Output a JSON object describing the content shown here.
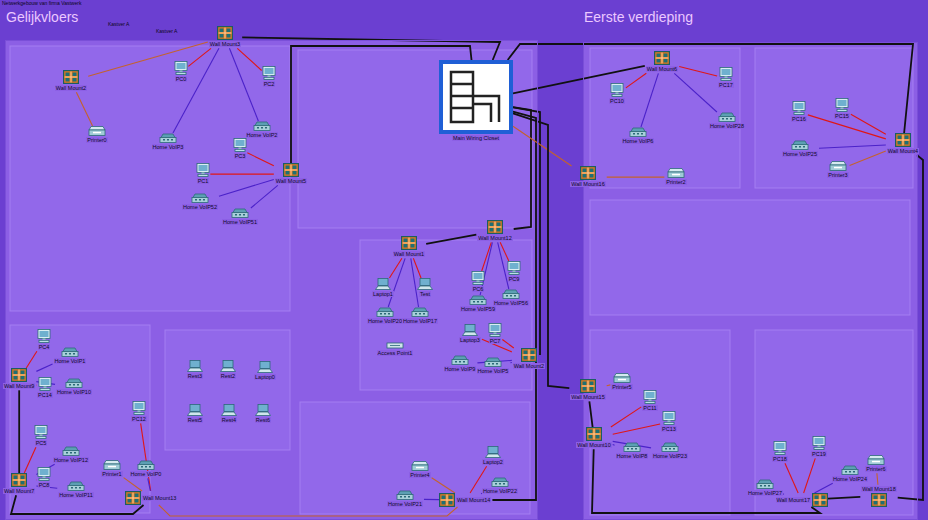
{
  "diagram": {
    "nodes": [
      {
        "text": [
          "Gelijkvloers"
        ]
      },
      {
        "text": [
          "Eerste verdieping"
        ]
      },
      {
        "text": [
          "Main Wiring Closet"
        ]
      },
      {
        "text": [
          "Wall Mount2"
        ],
        "in": 0
      },
      {
        "text": [
          "Printer0"
        ],
        "in": 0
      },
      {
        "text": [
          "Wall Mount3"
        ],
        "in": 0
      },
      {
        "text": [
          "PC0"
        ],
        "in": 0
      },
      {
        "text": [
          "PC2"
        ],
        "in": 0
      },
      {
        "text": [
          "Home VoIP3"
        ],
        "in": 0
      },
      {
        "text": [
          "Home VoIP2"
        ],
        "in": 0
      },
      {
        "text": [
          "Wall Mount5"
        ],
        "in": 0
      },
      {
        "text": [
          "PC3"
        ],
        "in": 0
      },
      {
        "text": [
          "PC1"
        ],
        "in": 0
      },
      {
        "text": [
          "Home VoIP52"
        ],
        "in": 0
      },
      {
        "text": [
          "Home VoIP51"
        ],
        "in": 0
      },
      {
        "text": [
          "Wall Mount1"
        ],
        "in": 0
      },
      {
        "text": [
          "Laptop1"
        ],
        "in": 0
      },
      {
        "text": [
          "Test"
        ],
        "in": 0
      },
      {
        "text": [
          "Home VoIP20"
        ],
        "in": 0
      },
      {
        "text": [
          "Home VoIP17"
        ],
        "in": 0
      },
      {
        "text": [
          "Access Point1"
        ],
        "in": 0
      },
      {
        "text": [
          "Wall Mount12"
        ],
        "in": 0
      },
      {
        "text": [
          "PC6"
        ],
        "in": 0
      },
      {
        "text": [
          "PC9"
        ],
        "in": 0
      },
      {
        "text": [
          "Home VoIP59"
        ],
        "in": 0
      },
      {
        "text": [
          "Home VoIP56"
        ],
        "in": 0
      },
      {
        "text": [
          "Laptop3"
        ],
        "in": 0
      },
      {
        "text": [
          "PC7"
        ],
        "in": 0
      },
      {
        "text": [
          "Home VoIP9"
        ],
        "in": 0
      },
      {
        "text": [
          "Home VoIP5"
        ],
        "in": 0
      },
      {
        "text": [
          "Wall Mount2"
        ],
        "in": 0
      },
      {
        "text": [
          "Wall Mount9"
        ],
        "in": 0
      },
      {
        "text": [
          "PC4"
        ],
        "in": 0
      },
      {
        "text": [
          "Home VoIP1"
        ],
        "in": 0
      },
      {
        "text": [
          "PC14"
        ],
        "in": 0
      },
      {
        "text": [
          "Home VoIP10"
        ],
        "in": 0
      },
      {
        "text": [
          "Wall Mount7"
        ],
        "in": 0
      },
      {
        "text": [
          "PC5"
        ],
        "in": 0
      },
      {
        "text": [
          "Home VoIP12"
        ],
        "in": 0
      },
      {
        "text": [
          "PC8"
        ],
        "in": 0
      },
      {
        "text": [
          "Home VoIP11"
        ],
        "in": 0
      },
      {
        "text": [
          "Wall Mount13"
        ],
        "in": 0
      },
      {
        "text": [
          "PC12"
        ],
        "in": 0
      },
      {
        "text": [
          "Printer1"
        ],
        "in": 0
      },
      {
        "text": [
          "Home VoIP0"
        ],
        "in": 0
      },
      {
        "text": [
          "Rest3"
        ],
        "in": 0
      },
      {
        "text": [
          "Rest2"
        ],
        "in": 0
      },
      {
        "text": [
          "Laptop0"
        ],
        "in": 0
      },
      {
        "text": [
          "Rest5"
        ],
        "in": 0
      },
      {
        "text": [
          "Rest4"
        ],
        "in": 0
      },
      {
        "text": [
          "Rest6"
        ],
        "in": 0
      },
      {
        "text": [
          "Printer4"
        ],
        "in": 0
      },
      {
        "text": [
          "Home VoIP21"
        ],
        "in": 0
      },
      {
        "text": [
          "Laptop2"
        ],
        "in": 0
      },
      {
        "text": [
          "Home VoIP22"
        ],
        "in": 0
      },
      {
        "text": [
          "Wall Mount14"
        ],
        "in": 0
      },
      {
        "text": [
          "Wall Mount6"
        ],
        "in": 1
      },
      {
        "text": [
          "PC10"
        ],
        "in": 1
      },
      {
        "text": [
          "PC17"
        ],
        "in": 1
      },
      {
        "text": [
          "Home VoIP28"
        ],
        "in": 1
      },
      {
        "text": [
          "Home VoIP6"
        ],
        "in": 1
      },
      {
        "text": [
          "PC16"
        ],
        "in": 1
      },
      {
        "text": [
          "PC15"
        ],
        "in": 1
      },
      {
        "text": [
          "Home VoIP25"
        ],
        "in": 1
      },
      {
        "text": [
          "Printer3"
        ],
        "in": 1
      },
      {
        "text": [
          "Wall Mount4"
        ],
        "in": 1
      },
      {
        "text": [
          "Wall Mount16"
        ],
        "in": 1
      },
      {
        "text": [
          "Printer2"
        ],
        "in": 1
      },
      {
        "text": [
          "Wall Mount15"
        ],
        "in": 1
      },
      {
        "text": [
          "Printer5"
        ],
        "in": 1
      },
      {
        "text": [
          "PC11"
        ],
        "in": 1
      },
      {
        "text": [
          "PC13"
        ],
        "in": 1
      },
      {
        "text": [
          "Wall Mount10"
        ],
        "in": 1
      },
      {
        "text": [
          "Home VoIP8"
        ],
        "in": 1
      },
      {
        "text": [
          "Home VoIP23"
        ],
        "in": 1
      },
      {
        "text": [
          "PC18"
        ],
        "in": 1
      },
      {
        "text": [
          "PC19"
        ],
        "in": 1
      },
      {
        "text": [
          "Printer6"
        ],
        "in": 1
      },
      {
        "text": [
          "Home VoIP24"
        ],
        "in": 1
      },
      {
        "text": [
          "Home VoIP27"
        ],
        "in": 1
      },
      {
        "text": [
          "Wall Mount17"
        ],
        "in": 1
      },
      {
        "text": [
          "Wall Mount18"
        ],
        "in": 1
      }
    ],
    "edges": [
      {
        "from": 3,
        "to": 4,
        "arrow": "none"
      },
      {
        "from": 3,
        "to": 5,
        "arrow": "none"
      },
      {
        "from": 5,
        "to": 6,
        "arrow": "none"
      },
      {
        "from": 5,
        "to": 7,
        "arrow": "none"
      },
      {
        "from": 5,
        "to": 8,
        "arrow": "none"
      },
      {
        "from": 5,
        "to": 9,
        "arrow": "none"
      },
      {
        "from": 5,
        "to": 2,
        "arrow": "none"
      },
      {
        "from": 10,
        "to": 2,
        "arrow": "none"
      },
      {
        "from": 10,
        "to": 11,
        "arrow": "none"
      },
      {
        "from": 10,
        "to": 12,
        "arrow": "none"
      },
      {
        "from": 10,
        "to": 13,
        "arrow": "none"
      },
      {
        "from": 10,
        "to": 14,
        "arrow": "none"
      },
      {
        "from": 15,
        "to": 21,
        "arrow": "none"
      },
      {
        "from": 15,
        "to": 16,
        "arrow": "none"
      },
      {
        "from": 15,
        "to": 17,
        "arrow": "none"
      },
      {
        "from": 15,
        "to": 18,
        "arrow": "none"
      },
      {
        "from": 15,
        "to": 19,
        "arrow": "none"
      },
      {
        "from": 21,
        "to": 22,
        "arrow": "none"
      },
      {
        "from": 21,
        "to": 23,
        "arrow": "none"
      },
      {
        "from": 21,
        "to": 24,
        "arrow": "none"
      },
      {
        "from": 21,
        "to": 25,
        "arrow": "none"
      },
      {
        "from": 21,
        "to": 2,
        "arrow": "none"
      },
      {
        "from": 30,
        "to": 26,
        "arrow": "none"
      },
      {
        "from": 30,
        "to": 27,
        "arrow": "none"
      },
      {
        "from": 30,
        "to": 28,
        "arrow": "none"
      },
      {
        "from": 30,
        "to": 29,
        "arrow": "none"
      },
      {
        "from": 30,
        "to": 2,
        "arrow": "none"
      },
      {
        "from": 31,
        "to": 32,
        "arrow": "none"
      },
      {
        "from": 31,
        "to": 33,
        "arrow": "none"
      },
      {
        "from": 31,
        "to": 34,
        "arrow": "none"
      },
      {
        "from": 31,
        "to": 35,
        "arrow": "none"
      },
      {
        "from": 31,
        "to": 36,
        "arrow": "none"
      },
      {
        "from": 36,
        "to": 37,
        "arrow": "none"
      },
      {
        "from": 36,
        "to": 38,
        "arrow": "none"
      },
      {
        "from": 36,
        "to": 39,
        "arrow": "none"
      },
      {
        "from": 36,
        "to": 40,
        "arrow": "none"
      },
      {
        "from": 36,
        "to": 41,
        "arrow": "none"
      },
      {
        "from": 41,
        "to": 42,
        "arrow": "none"
      },
      {
        "from": 41,
        "to": 43,
        "arrow": "none"
      },
      {
        "from": 41,
        "to": 44,
        "arrow": "none"
      },
      {
        "from": 41,
        "to": 55,
        "arrow": "none"
      },
      {
        "from": 55,
        "to": 51,
        "arrow": "none"
      },
      {
        "from": 55,
        "to": 52,
        "arrow": "none"
      },
      {
        "from": 55,
        "to": 53,
        "arrow": "none"
      },
      {
        "from": 55,
        "to": 54,
        "arrow": "none"
      },
      {
        "from": 55,
        "to": 2,
        "arrow": "none"
      },
      {
        "from": 56,
        "to": 2,
        "arrow": "none"
      },
      {
        "from": 56,
        "to": 57,
        "arrow": "none"
      },
      {
        "from": 56,
        "to": 58,
        "arrow": "none"
      },
      {
        "from": 56,
        "to": 59,
        "arrow": "none"
      },
      {
        "from": 56,
        "to": 60,
        "arrow": "none"
      },
      {
        "from": 65,
        "to": 61,
        "arrow": "none"
      },
      {
        "from": 65,
        "to": 62,
        "arrow": "none"
      },
      {
        "from": 65,
        "to": 63,
        "arrow": "none"
      },
      {
        "from": 65,
        "to": 64,
        "arrow": "none"
      },
      {
        "from": 65,
        "to": 2,
        "arrow": "none"
      },
      {
        "from": 66,
        "to": 2,
        "arrow": "none"
      },
      {
        "from": 66,
        "to": 67,
        "arrow": "none"
      },
      {
        "from": 68,
        "to": 69,
        "arrow": "none"
      },
      {
        "from": 68,
        "to": 72,
        "arrow": "none"
      },
      {
        "from": 68,
        "to": 2,
        "arrow": "none"
      },
      {
        "from": 72,
        "to": 70,
        "arrow": "none"
      },
      {
        "from": 72,
        "to": 71,
        "arrow": "none"
      },
      {
        "from": 72,
        "to": 73,
        "arrow": "none"
      },
      {
        "from": 72,
        "to": 74,
        "arrow": "none"
      },
      {
        "from": 72,
        "to": 80,
        "arrow": "none"
      },
      {
        "from": 80,
        "to": 75,
        "arrow": "none"
      },
      {
        "from": 80,
        "to": 76,
        "arrow": "none"
      },
      {
        "from": 80,
        "to": 78,
        "arrow": "none"
      },
      {
        "from": 80,
        "to": 79,
        "arrow": "none"
      },
      {
        "from": 80,
        "to": 81,
        "arrow": "none"
      },
      {
        "from": 81,
        "to": 77,
        "arrow": "none"
      },
      {
        "from": 81,
        "to": 65,
        "arrow": "none"
      }
    ],
    "labels": [
      "Netwerkgebouw van firma Vastwerk",
      "Kastver A",
      "Kastver A"
    ]
  }
}
